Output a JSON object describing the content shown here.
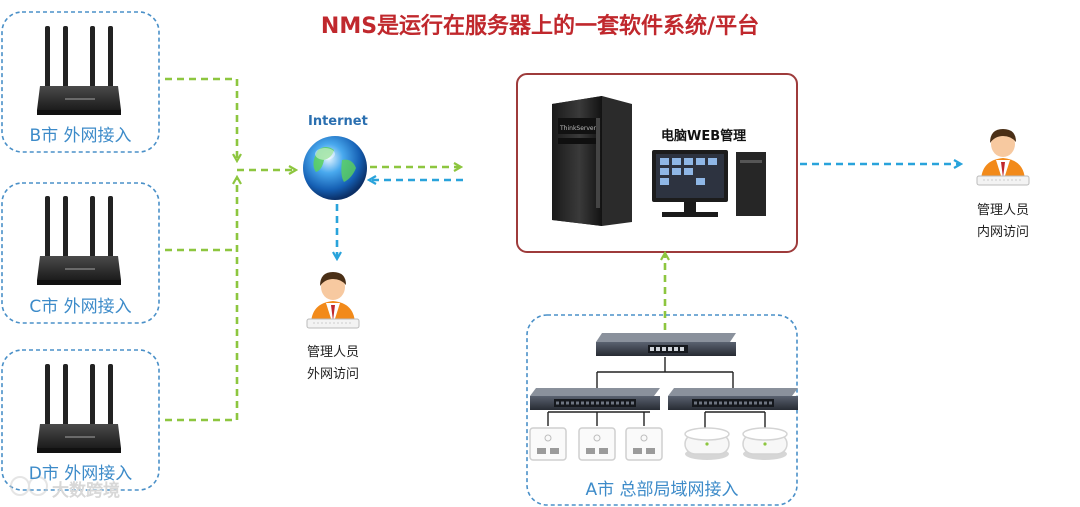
{
  "title": "NMS是运行在服务器上的一套软件系统/平台",
  "internet_label": "Internet",
  "branches": [
    {
      "label": "B市 外网接入"
    },
    {
      "label": "C市 外网接入"
    },
    {
      "label": "D市 外网接入"
    }
  ],
  "hq_label": "A市 总部局域网接入",
  "server_box": {
    "label": "电脑WEB管理"
  },
  "admin_external": {
    "line1": "管理人员",
    "line2": "外网访问"
  },
  "admin_internal": {
    "line1": "管理人员",
    "line2": "内网访问"
  },
  "watermark": "大数跨境",
  "colors": {
    "title": "#c0282d",
    "branch_label": "#3d8bc9",
    "dashed_border": "#4a90c8",
    "green_link": "#8dc63f",
    "blue_link": "#29a3db",
    "server_border": "#9e3b3b",
    "internet_label": "#2a6fb0"
  },
  "icons": {
    "router": "router-icon",
    "globe": "globe-icon",
    "person": "person-icon",
    "server": "server-tower-icon",
    "monitor": "monitor-icon",
    "core_switch": "switch-icon",
    "access_switch": "switch-icon",
    "wall_ap": "wall-ap-icon",
    "ceiling_ap": "ceiling-ap-icon"
  }
}
